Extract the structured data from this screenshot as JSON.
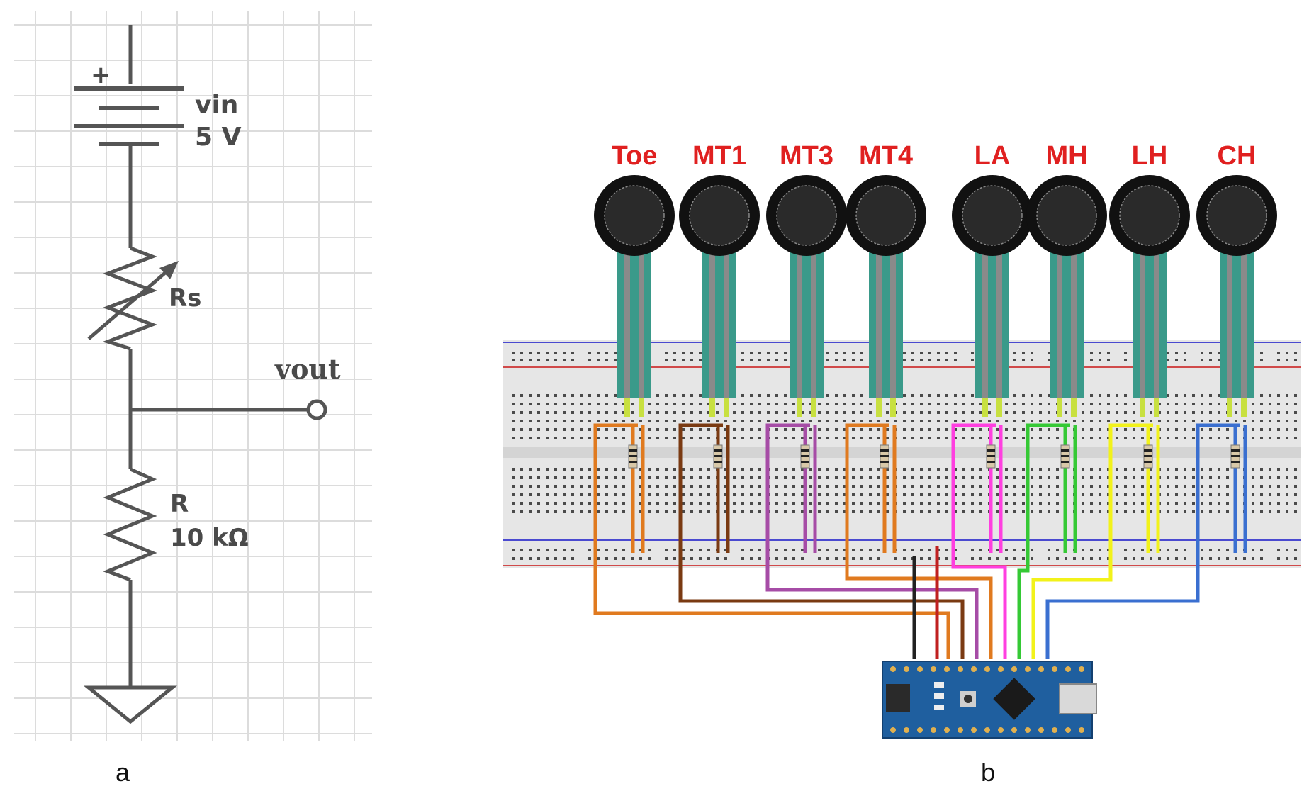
{
  "panel_a": {
    "label": "a",
    "plus_sign": "+",
    "vin_label": "vin",
    "vin_value": "5 V",
    "rs_label": "Rs",
    "vout_label": "vout",
    "r_label": "R",
    "r_value": "10 kΩ"
  },
  "panel_b": {
    "label": "b",
    "sensors": [
      "Toe",
      "MT1",
      "MT3",
      "MT4",
      "LA",
      "MH",
      "LH",
      "CH"
    ],
    "wire_colors": [
      "#e07a1f",
      "#7a3a12",
      "#a64ca6",
      "#e07a1f",
      "#ff3fe0",
      "#35c935",
      "#f2f21a",
      "#3a6fd0"
    ],
    "board_colors": {
      "arduino": "#1f5f9f",
      "label": "#e02020"
    }
  }
}
